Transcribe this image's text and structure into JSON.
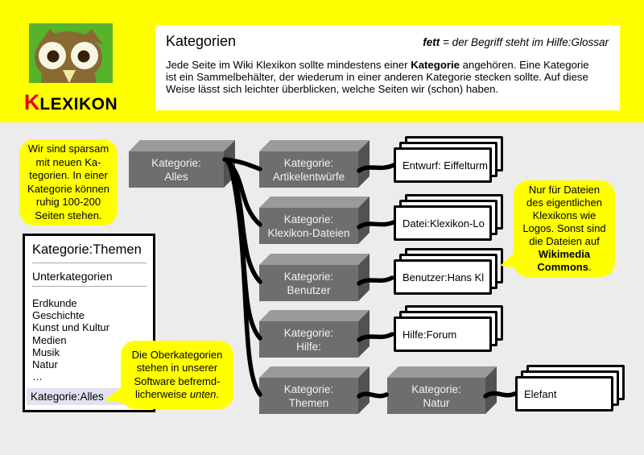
{
  "brand": {
    "k": "K",
    "rest": "LEXIKON"
  },
  "header_panel": {
    "title": "Kategorien",
    "legend_bold": "fett",
    "legend_rest": " = der Begriff steht im Hilfe:Glossar",
    "body_l1_pre": "Jede Seite im Wiki Klexikon sollte mindestens einer ",
    "body_l1_bold": "Kategorie",
    "body_l1_post": " angehören. Eine Kategorie",
    "body_l2": "ist ein Sammelbehälter, der wiederum in einer anderen Kategorie stecken sollte. Auf diese",
    "body_l3": "Weise lässt sich leichter überblicken, welche Seiten wir (schon) haben."
  },
  "bubbles": {
    "sparsam": {
      "lines": [
        "Wir sind sparsam",
        "mit neuen Ka-",
        "tegorien. In einer",
        "Kategorie können",
        "ruhig 100-200",
        "Seiten stehen."
      ]
    },
    "dateien": {
      "lines": [
        "Nur für Dateien",
        "des eigentlichen",
        "Klexikons wie",
        "Logos. Sonst sind",
        "die Dateien auf",
        ""
      ],
      "bold_lines": [
        "Wikimedia",
        "Commons"
      ],
      "suffix": "."
    },
    "oberkategorien": {
      "lines": [
        "Die Oberkategorien",
        "stehen in unserer",
        "Software befremd-",
        "licherweise "
      ],
      "italic": "unten",
      "suffix": "."
    }
  },
  "themenbox": {
    "title": "Kategorie:Themen",
    "subheading": "Unterkategorien",
    "items": [
      "Erdkunde",
      "Geschichte",
      "Kunst und Kultur",
      "Medien",
      "Musik",
      "Natur",
      "…"
    ],
    "footer_link": "Kategorie:Alles"
  },
  "diagram": {
    "boxes": {
      "alles": {
        "line1": "Kategorie:",
        "line2": "Alles"
      },
      "artikelentwuerfe": {
        "line1": "Kategorie:",
        "line2": "Artikelentwürfe"
      },
      "klexikon_dateien": {
        "line1": "Kategorie:",
        "line2": "Klexikon-Dateien"
      },
      "benutzer": {
        "line1": "Kategorie:",
        "line2": "Benutzer"
      },
      "hilfe": {
        "line1": "Kategorie:",
        "line2": "Hilfe:"
      },
      "themen": {
        "line1": "Kategorie:",
        "line2": "Themen"
      },
      "natur": {
        "line1": "Kategorie:",
        "line2": "Natur"
      }
    },
    "stacks": {
      "entwurf": "Entwurf: Eiffelturm",
      "datei": "Datei:Klexikon-Lo",
      "benutzer": "Benutzer:Hans Kl",
      "hilfe": "Hilfe:Forum",
      "elefant": "Elefant"
    }
  },
  "colors": {
    "band_yellow": "#ffff00",
    "canvas_gray": "#ececec",
    "panel_white": "#ffffff",
    "box_front": "#6e6e6e",
    "box_top": "#9a9a9a",
    "box_side": "#525252",
    "bubble_yellow": "#ffff00",
    "link_strip": "#e2e2f2",
    "connector_black": "#000000",
    "logo_green": "#56b32a",
    "owl_brown": "#8a6a33",
    "brand_red": "#e30613"
  }
}
